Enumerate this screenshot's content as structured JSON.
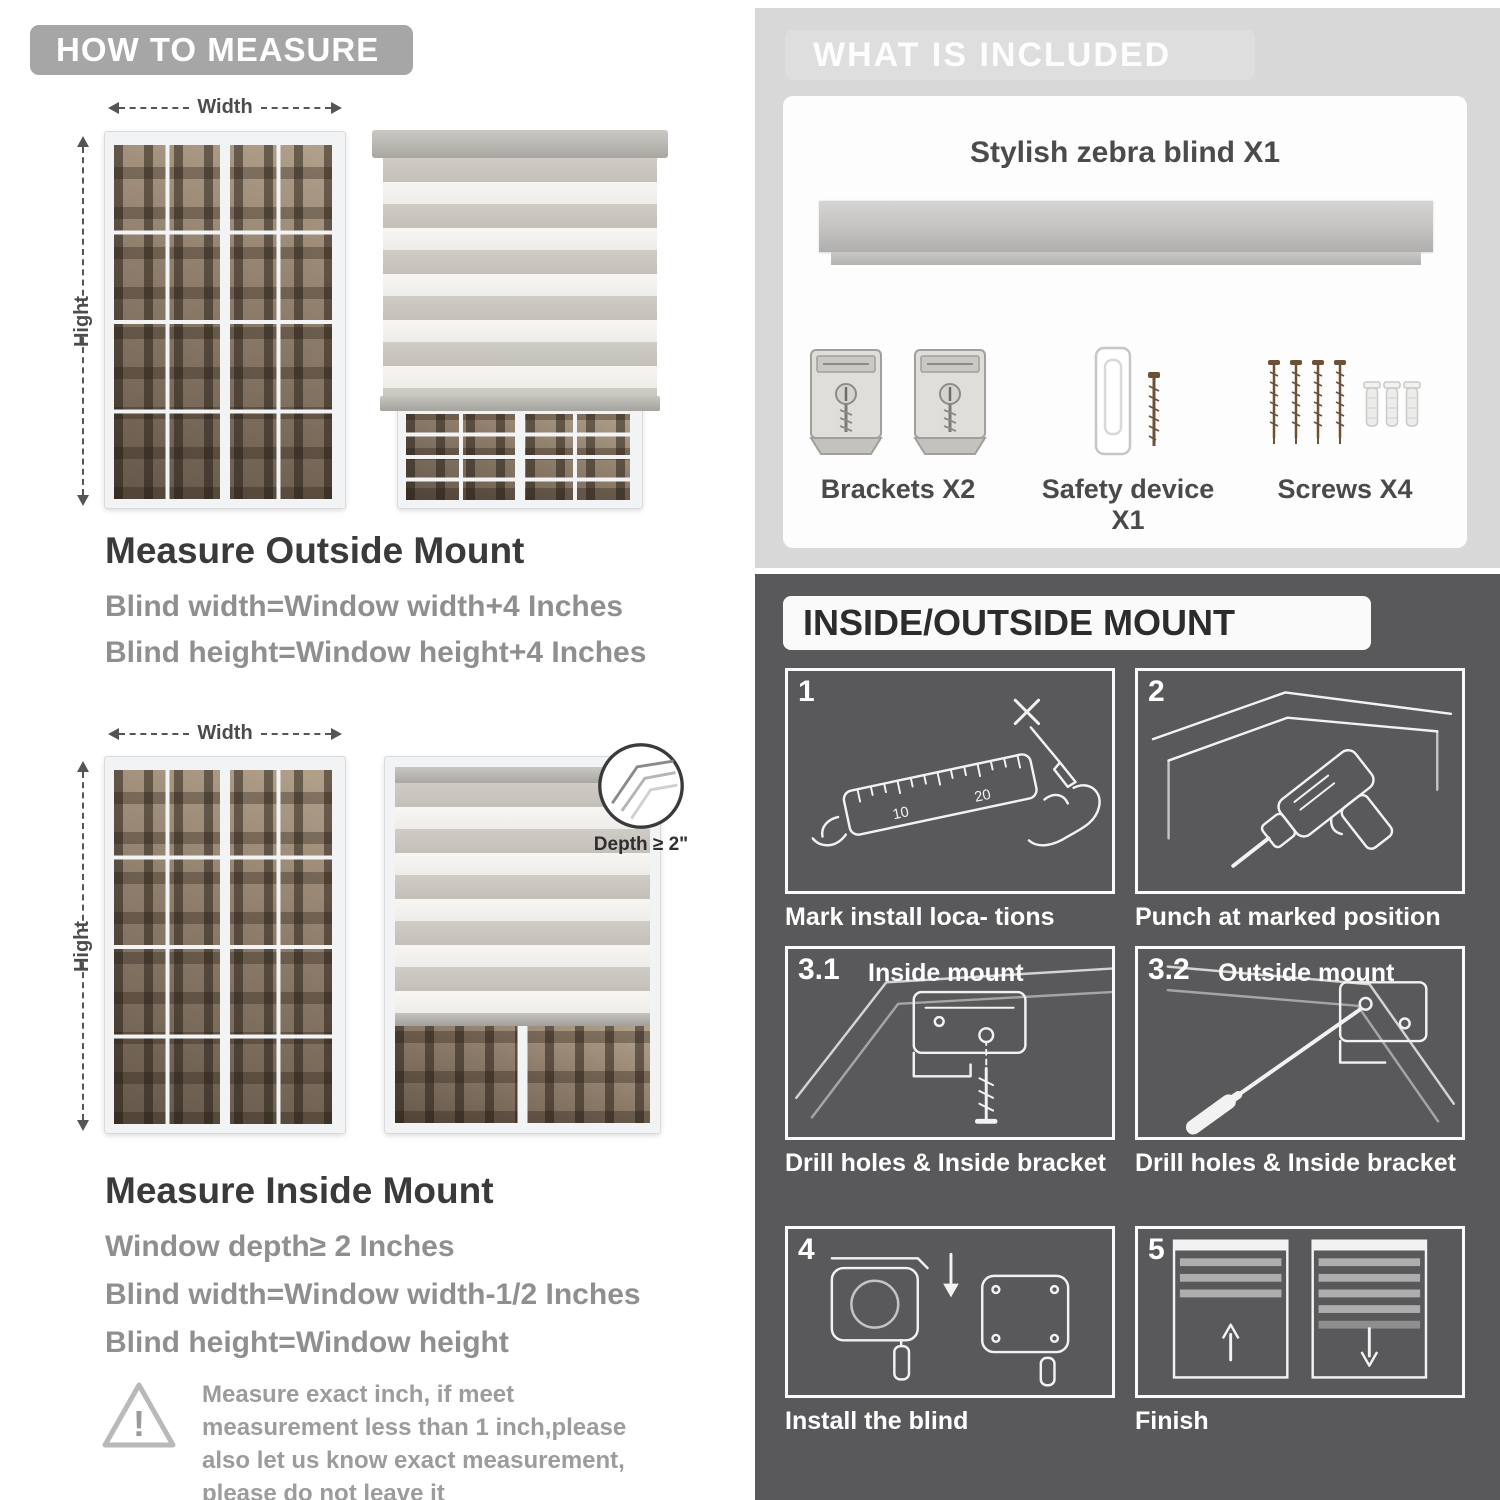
{
  "palette": {
    "header_pill_gray": "#a6a6a6",
    "light_panel_gray": "#d8d8d8",
    "dark_panel_gray": "#59595b",
    "title_text": "#3a3a3a",
    "body_text": "#8f8f8f",
    "screw_brown": "#6d5136"
  },
  "left": {
    "header": "HOW TO MEASURE",
    "outside": {
      "width_label": "Width",
      "height_label": "Hight",
      "title": "Measure Outside Mount",
      "line1": "Blind width=Window width+4 Inches",
      "line2": "Blind height=Window height+4 Inches"
    },
    "inside": {
      "width_label": "Width",
      "height_label": "Hight",
      "depth_label": "Depth ≥ 2\"",
      "title": "Measure Inside Mount",
      "line1": "Window depth≥ 2 Inches",
      "line2": "Blind width=Window width-1/2 Inches",
      "line3": "Blind height=Window height"
    },
    "warning_text": "Measure exact inch, if meet measurement less than 1 inch,please also let us know exact measurement, please do not leave it"
  },
  "right": {
    "included": {
      "header": "WHAT IS INCLUDED",
      "blind_label": "Stylish zebra blind X1",
      "items": [
        {
          "label": "Brackets X2"
        },
        {
          "label": "Safety device X1"
        },
        {
          "label": "Screws X4"
        }
      ]
    },
    "mount": {
      "header": "INSIDE/OUTSIDE MOUNT",
      "art": {
        "ruler_marks": [
          "10",
          "20"
        ]
      },
      "steps": [
        {
          "num": "1",
          "label": "",
          "caption": "Mark install loca- tions"
        },
        {
          "num": "2",
          "label": "",
          "caption": "Punch at marked position"
        },
        {
          "num": "3.1",
          "label": "Inside mount",
          "caption": "Drill holes & Inside bracket"
        },
        {
          "num": "3.2",
          "label": "Outside mount",
          "caption": "Drill holes & Inside bracket"
        },
        {
          "num": "4",
          "label": "",
          "caption": "Install the blind"
        },
        {
          "num": "5",
          "label": "",
          "caption": "Finish"
        }
      ]
    }
  }
}
